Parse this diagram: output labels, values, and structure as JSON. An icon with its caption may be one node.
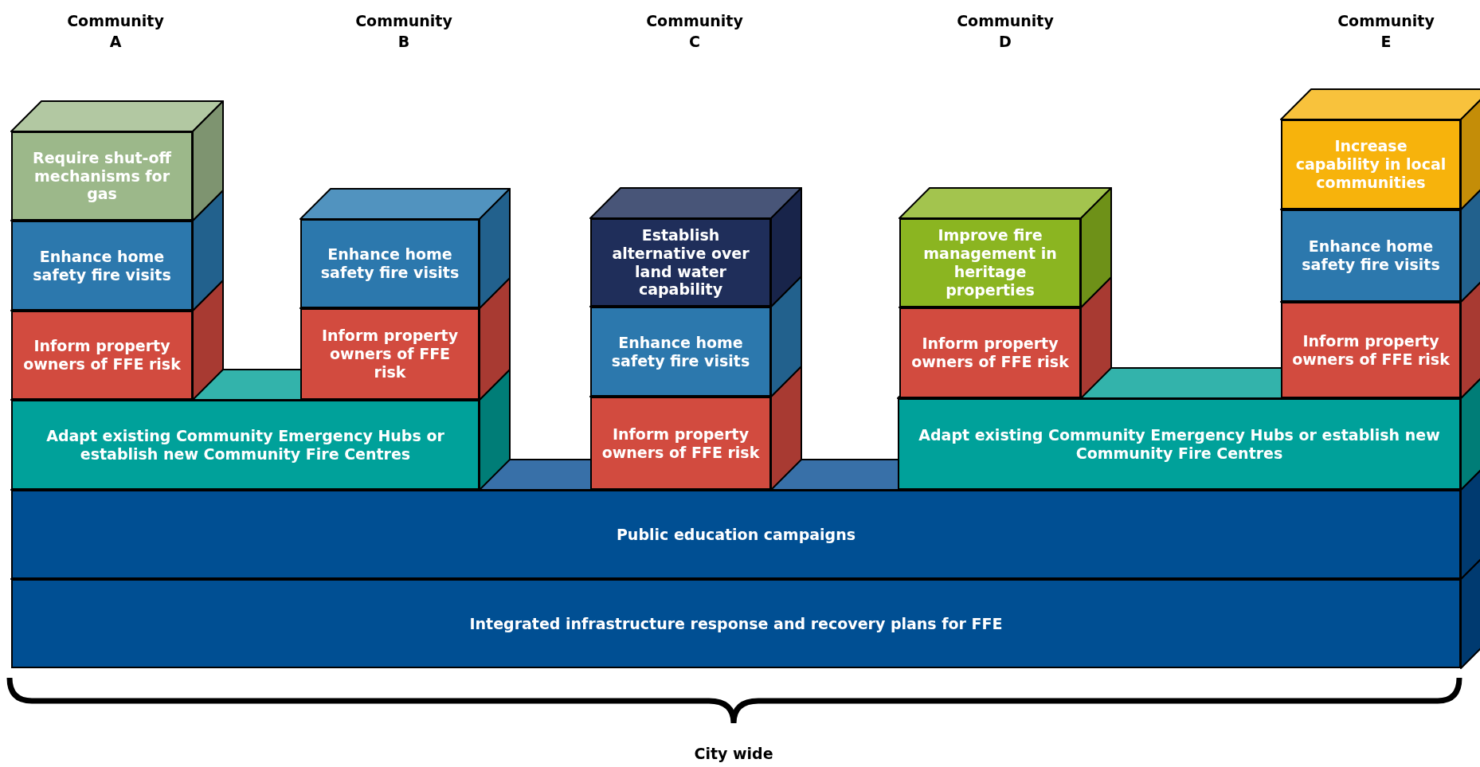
{
  "diagram": {
    "nodes": [
      {
        "text": [
          "Require shut-off mechanisms for gas"
        ]
      },
      {
        "text": [
          "Enhance home safety fire visits"
        ]
      },
      {
        "text": [
          "Inform property owners of FFE risk"
        ]
      },
      {
        "text": [
          "Adapt existing Community Emergency Hubs or establish new Community Fire Centres"
        ]
      },
      {
        "text": [
          "Enhance home safety fire visits"
        ]
      },
      {
        "text": [
          "Inform property owners of FFE risk"
        ]
      },
      {
        "text": [
          "Establish alternative over land water capability"
        ]
      },
      {
        "text": [
          "Enhance home safety fire visits"
        ]
      },
      {
        "text": [
          "Inform property owners of FFE risk"
        ]
      },
      {
        "text": [
          "Improve fire management in heritage properties"
        ]
      },
      {
        "text": [
          "Inform property owners of FFE risk"
        ]
      },
      {
        "text": [
          "Adapt existing Community Emergency Hubs or establish new Community Fire Centres"
        ]
      },
      {
        "text": [
          "Increase capability in local communities"
        ]
      },
      {
        "text": [
          "Enhance home safety fire visits"
        ]
      },
      {
        "text": [
          "Inform property owners of FFE risk"
        ]
      },
      {
        "text": [
          "Public education campaigns"
        ]
      },
      {
        "text": [
          "Integrated infrastructure response and recovery plans for FFE"
        ]
      }
    ],
    "labels": [
      "Community A",
      "Community B",
      "Community C",
      "Community D",
      "Community E",
      "City wide"
    ]
  }
}
